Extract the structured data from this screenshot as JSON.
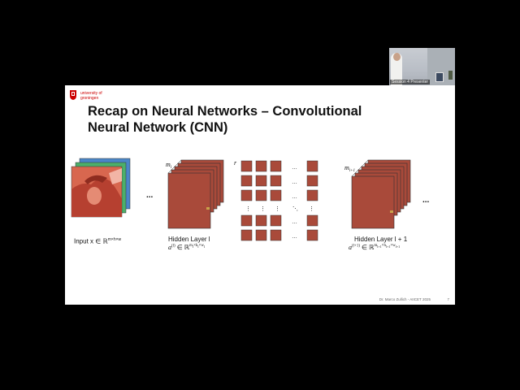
{
  "webcam": {
    "presenter_label": "Session 4 Presenter"
  },
  "slide": {
    "logo_line1": "university of",
    "logo_line2": "groningen",
    "title_line1": "Recap on Neural Networks – Convolutional",
    "title_line2": "Neural Network (CNN)",
    "input_caption": "Input x ∈ ℝ",
    "input_caption_sup": "m×h×w",
    "hidden_l_caption": "Hidden Layer l",
    "hidden_l_formula": "a",
    "hidden_l_formula_sup": "(l)",
    "hidden_l_formula_rest": " ∈ ℝ",
    "hidden_l_formula_sup2": "m",
    "hidden_l_formula_sup2_sub": "l",
    "hidden_l_formula_sup3": "×h",
    "hidden_l_formula_sup4": "×w",
    "hidden_l1_caption": "Hidden Layer l + 1",
    "hidden_l1_formula": "a",
    "hidden_l1_formula_sup": "(l+1)",
    "hidden_l1_formula_rest": " ∈ ℝ",
    "hidden_l1_formula_sup2": "m",
    "hidden_l1_formula_sub2": "l+1",
    "hidden_l1_formula_sup3": "×h",
    "hidden_l1_formula_sub3": "l+1",
    "hidden_l1_formula_sup4": "×w",
    "hidden_l1_formula_sub4": "l+1",
    "ml_label": "m",
    "ml_label_sub": "l",
    "ml1_label": "m",
    "ml1_label_sub": "l+1",
    "r_label": "r",
    "ellipsis": "...",
    "footer_text": "Dr. Marco Zullich - AIICET 2025",
    "page_number": "7"
  },
  "colors": {
    "brick": "#a94a3a",
    "brick_edge": "#7a2f22",
    "logo_red": "#cc0000"
  }
}
